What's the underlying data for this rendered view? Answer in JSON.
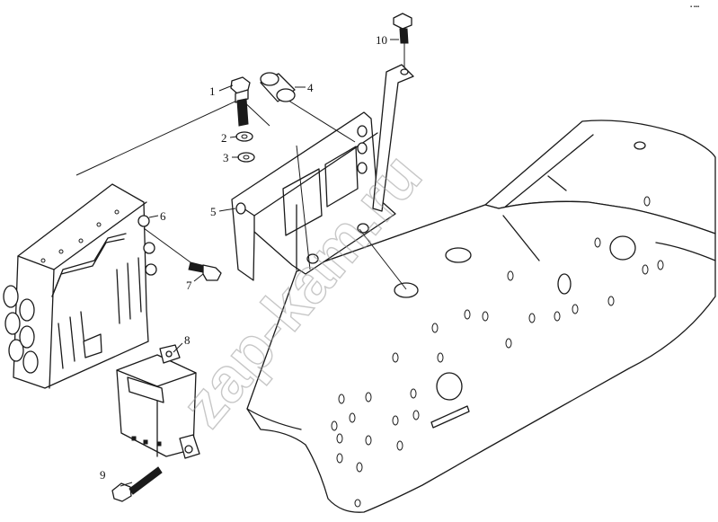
{
  "corner_mark": "▪ ▪▪▪",
  "watermark": "zap-kam.ru",
  "callouts": [
    {
      "n": "1"
    },
    {
      "n": "2"
    },
    {
      "n": "3"
    },
    {
      "n": "4"
    },
    {
      "n": "5"
    },
    {
      "n": "6"
    },
    {
      "n": "7"
    },
    {
      "n": "8"
    },
    {
      "n": "9"
    },
    {
      "n": "10"
    }
  ],
  "colors": {
    "line": "#1a1a1a",
    "background": "#ffffff",
    "watermark": "#9a9a9a"
  }
}
